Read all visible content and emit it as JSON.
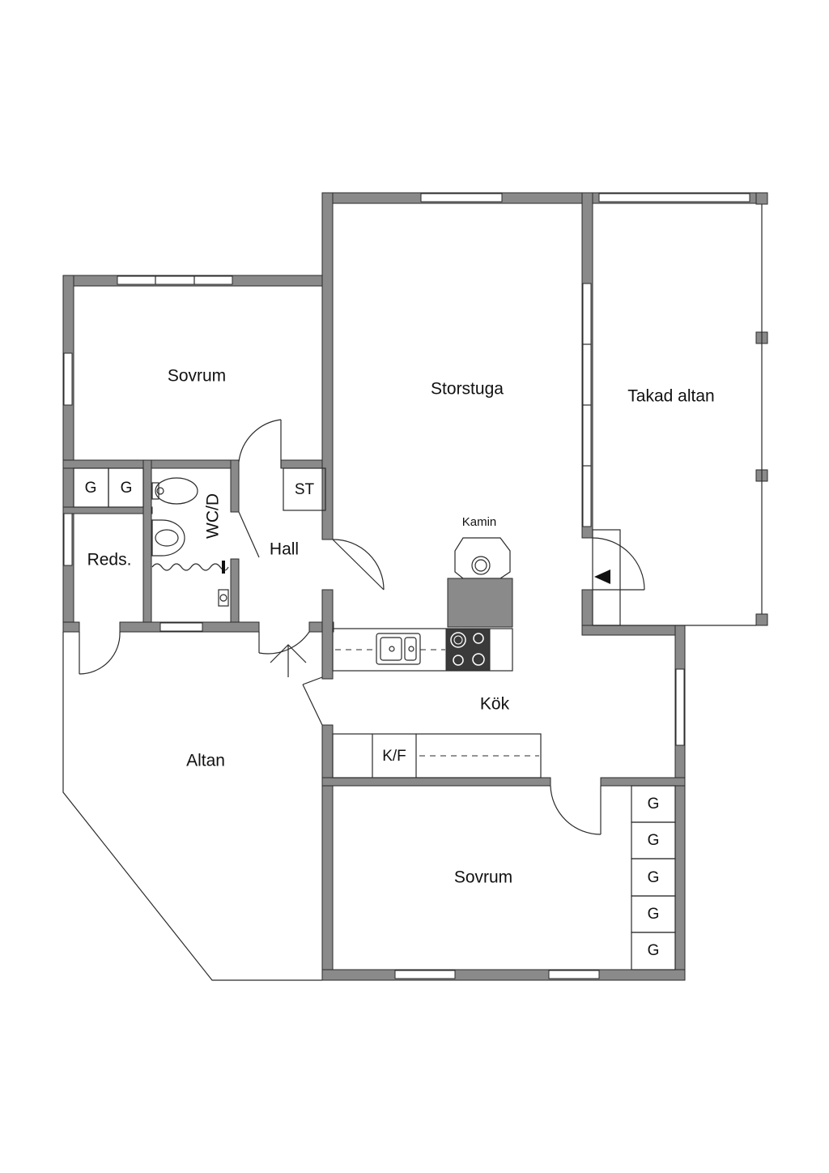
{
  "rooms": {
    "sovrum_top": "Sovrum",
    "storstuga": "Storstuga",
    "takad_altan": "Takad altan",
    "kamin": "Kamin",
    "st": "ST",
    "wc_d": "WC/D",
    "hall": "Hall",
    "reds": "Reds.",
    "kok": "Kök",
    "kf": "K/F",
    "altan": "Altan",
    "sovrum_bottom": "Sovrum"
  },
  "wardrobes": {
    "top_left": [
      "G",
      "G"
    ],
    "bottom_right": [
      "G",
      "G",
      "G",
      "G",
      "G"
    ]
  },
  "colors": {
    "wall": "#8a8a8a",
    "stove": "#3a3a3a",
    "line": "#2a2a2a"
  }
}
